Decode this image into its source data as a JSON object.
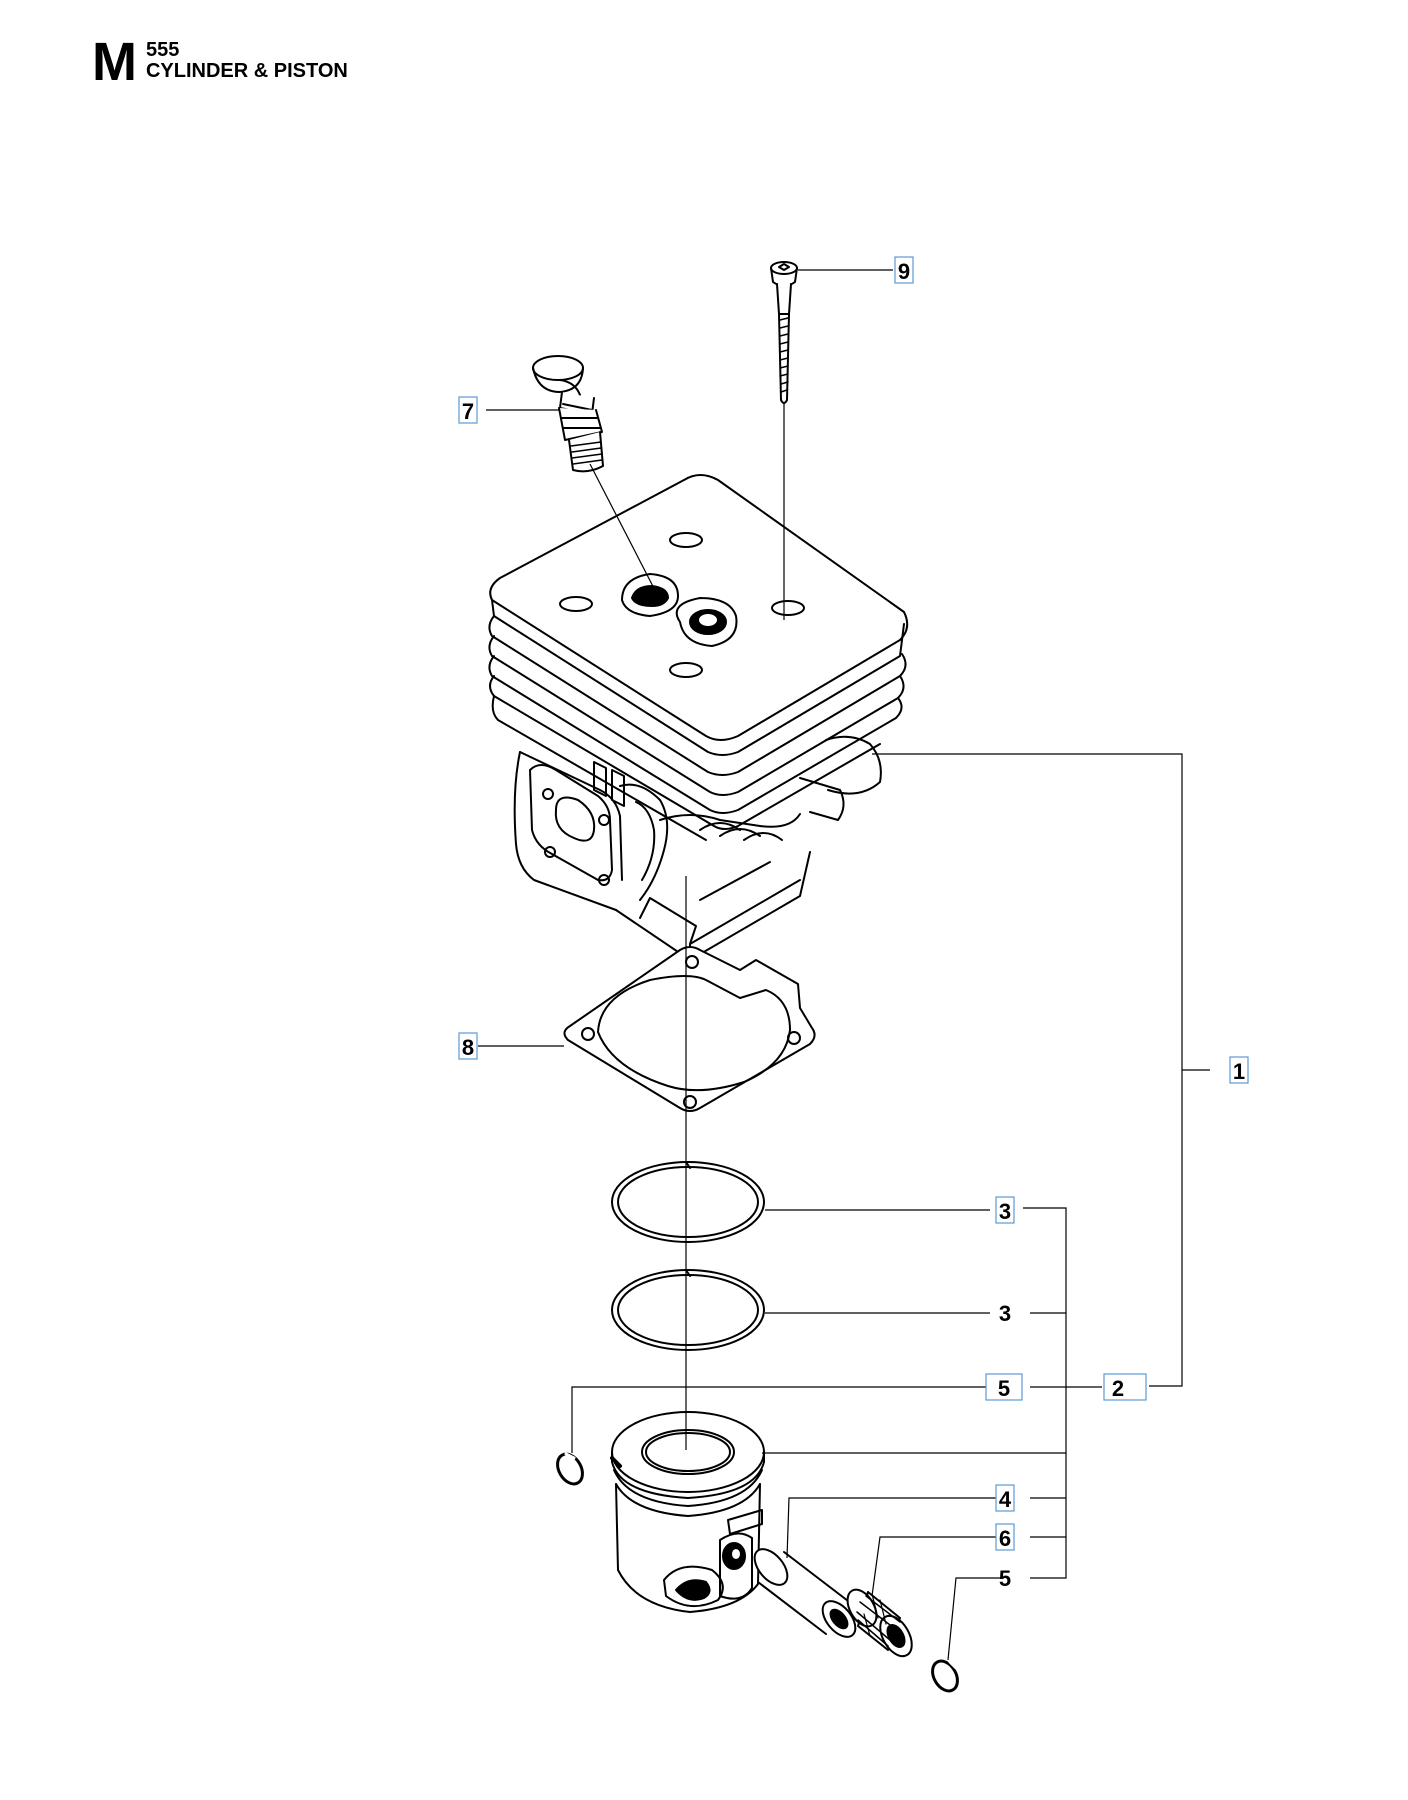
{
  "header": {
    "section": "M",
    "model": "555",
    "title": "CYLINDER & PISTON"
  },
  "colors": {
    "callout_box": "#5b9bd5",
    "line": "#000000"
  },
  "callouts": {
    "c9": "9",
    "c7": "7",
    "c8": "8",
    "c1": "1",
    "c3a": "3",
    "c3b": "3",
    "c5a": "5",
    "c2": "2",
    "c4": "4",
    "c6": "6",
    "c5b": "5"
  }
}
